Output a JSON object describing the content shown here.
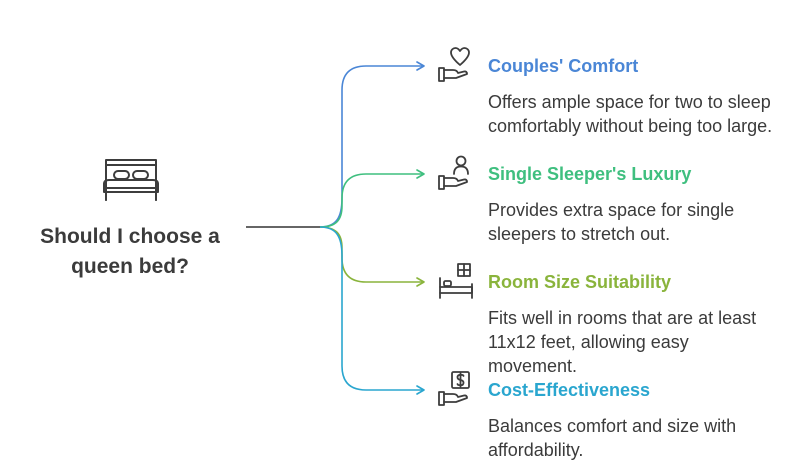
{
  "question": "Should I choose a queen bed?",
  "colors": {
    "trunk": "#333333",
    "text": "#3b3b3b",
    "icon": "#3d3d3d"
  },
  "branches": [
    {
      "title": "Couples' Comfort",
      "description": "Offers ample space for two to sleep comfortably without being too large.",
      "color": "#4a86d6",
      "icon": "heart-in-hand-icon"
    },
    {
      "title": "Single Sleeper's Luxury",
      "description": "Provides extra space for single sleepers to stretch out.",
      "color": "#3fbf7f",
      "icon": "person-in-hand-icon"
    },
    {
      "title": "Room Size Suitability",
      "description": "Fits well in rooms that are at least 11x12 feet, allowing easy movement.",
      "color": "#8ab43c",
      "icon": "bed-with-grid-icon"
    },
    {
      "title": "Cost-Effectiveness",
      "description": "Balances comfort and size with affordability.",
      "color": "#2aa6cf",
      "icon": "money-in-hand-icon"
    }
  ]
}
